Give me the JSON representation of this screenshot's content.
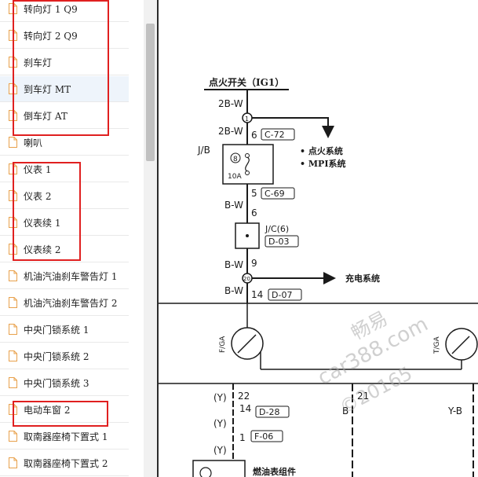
{
  "sidebar": {
    "items": [
      {
        "label": "转向灯 1 Q9"
      },
      {
        "label": "转向灯 2 Q9"
      },
      {
        "label": "刹车灯"
      },
      {
        "label": "到车灯 MT",
        "active": true
      },
      {
        "label": "倒车灯 AT"
      },
      {
        "label": "喇叭"
      },
      {
        "label": "仪表 1"
      },
      {
        "label": "仪表 2"
      },
      {
        "label": "仪表续 1"
      },
      {
        "label": "仪表续 2"
      },
      {
        "label": "机油汽油刹车警告灯 1"
      },
      {
        "label": "机油汽油刹车警告灯 2"
      },
      {
        "label": "中央门锁系统 1"
      },
      {
        "label": "中央门锁系统 2"
      },
      {
        "label": "中央门锁系统 3"
      },
      {
        "label": "电动车窗 2"
      },
      {
        "label": "取南器座椅下置式 1"
      },
      {
        "label": "取南器座椅下置式 2"
      }
    ]
  },
  "diagram": {
    "ignition_label": "点火开关（IG1）",
    "wire_2bw_a": "2B-W",
    "wire_2bw_b": "2B-W",
    "node_1": "1",
    "pin_6_top": "6",
    "conn_c72": "C-72",
    "jb_label": "J/B",
    "fuse_num": "8",
    "fuse_amp": "10A",
    "dest_ignition": "点火系统",
    "dest_mpi": "MPI系统",
    "pin_5": "5",
    "conn_c69": "C-69",
    "wire_bw_1": "B-W",
    "pin_6_mid": "6",
    "jc_label": "J/C(6)",
    "conn_d03": "D-03",
    "wire_bw_2": "B-W",
    "pin_9": "9",
    "node_20": "20",
    "dest_charging": "充电系统",
    "wire_bw_3": "B-W",
    "pin_14_top": "14",
    "conn_d07": "D-07",
    "gauge_fuel": "F/GA",
    "gauge_temp": "T/GA",
    "wire_y_1": "(Y)",
    "pin_22": "22",
    "pin_14_low": "14",
    "conn_d28": "D-28",
    "wire_y_2": "(Y)",
    "pin_1": "1",
    "conn_f06": "F-06",
    "wire_y_3": "(Y)",
    "wire_b": "B",
    "pin_21": "21",
    "wire_yb": "Y-B",
    "fuel_gauge_assembly": "燃油表组件",
    "watermark_brand": "畅易",
    "watermark_site": "car388.com",
    "watermark_year": "©20165"
  },
  "colors": {
    "highlight_box": "#e02020",
    "active_item_bg": "#eef4fb",
    "line": "#1a1a1a"
  }
}
